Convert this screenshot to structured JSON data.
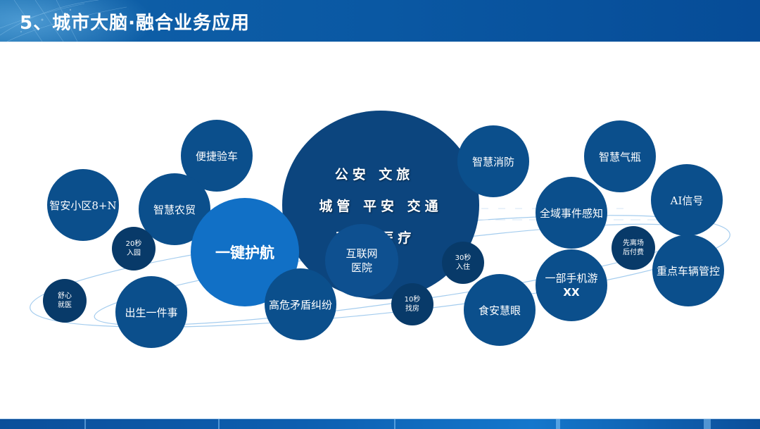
{
  "header": {
    "title": "5、城市大脑·融合业务应用"
  },
  "core": {
    "row1": "公安  文旅",
    "row2": "城管  平安 交通",
    "row3": "环保 医疗"
  },
  "bubbles": {
    "convenient_inspection": "便捷验车",
    "smart_community": "智安小区8+N",
    "smart_market": "智慧农贸",
    "park_entry_line1": "20秒",
    "park_entry_line2": "入园",
    "one_key_escort": "一键护航",
    "easy_medical_line1": "舒心",
    "easy_medical_line2": "就医",
    "birth_one_thing": "出生一件事",
    "high_risk_disputes": "高危矛盾纠纷",
    "internet_hospital_line1": "互联网",
    "internet_hospital_line2": "医院",
    "find_house_line1": "10秒",
    "find_house_line2": "找房",
    "check_in_line1": "30秒",
    "check_in_line2": "入住",
    "food_safety_eye": "食安慧眼",
    "smart_fire": "智慧消防",
    "event_perception": "全域事件感知",
    "mobile_tour_line1": "一部手机游",
    "mobile_tour_line2": "XX",
    "smart_gas": "智慧气瓶",
    "ai_signal": "AI信号",
    "pay_later_line1": "先离场",
    "pay_later_line2": "后付费",
    "key_vehicle_control": "重点车辆管控"
  },
  "colors": {
    "header_blue": "#0a58a3",
    "bubble_navy": "#0b4f8c",
    "bubble_dark": "#083a69",
    "core_navy": "#0c457e",
    "hero_blue": "#1170c6"
  }
}
